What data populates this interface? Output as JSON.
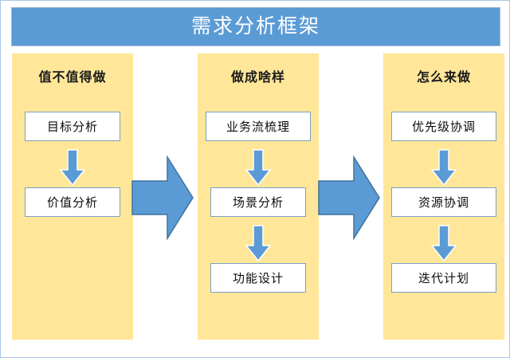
{
  "header": {
    "title": "需求分析框架"
  },
  "colors": {
    "banner_blue": "#5B9BD5",
    "panel_yellow": "#FFE699",
    "arrow_blue": "#5B9BD5",
    "arrow_outline": "#41719C",
    "box_border": "#7BA2C4",
    "box_fill": "#FFFFFF",
    "frame_border": "#A8C6E8",
    "title_text": "#FFFFFF",
    "body_text": "#0D0D0D"
  },
  "columns": [
    {
      "header": "值不值得做",
      "nodes": [
        "目标分析",
        "价值分析"
      ]
    },
    {
      "header": "做成啥样",
      "nodes": [
        "业务流梳理",
        "场景分析",
        "功能设计"
      ]
    },
    {
      "header": "怎么来做",
      "nodes": [
        "优先级协调",
        "资源协调",
        "迭代计划"
      ]
    }
  ],
  "connectors": [
    {
      "from": "值不值得做",
      "to": "做成啥样",
      "icon": "right-arrow-icon"
    },
    {
      "from": "做成啥样",
      "to": "怎么来做",
      "icon": "right-arrow-icon"
    }
  ],
  "step_arrows": {
    "icon": "down-arrow-icon"
  }
}
